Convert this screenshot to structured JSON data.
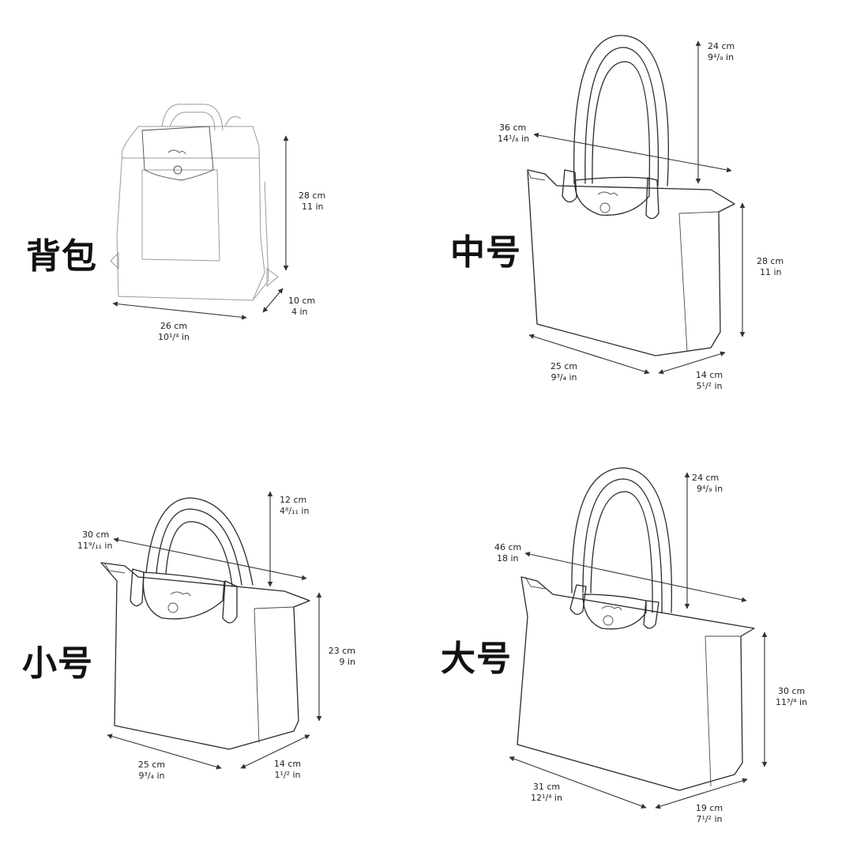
{
  "size_chart": {
    "backpack": {
      "label": "背包",
      "height": {
        "cm": "28 cm",
        "in": "11 in"
      },
      "depth": {
        "cm": "10 cm",
        "in": "4 in"
      },
      "width": {
        "cm": "26 cm",
        "in": "10¹/⁴ in"
      }
    },
    "medium": {
      "label": "中号",
      "handle_drop": {
        "cm": "24 cm",
        "in": "9⁴/₉ in"
      },
      "handle_length": {
        "cm": "36 cm",
        "in": "14¹/₈ in"
      },
      "height": {
        "cm": "28 cm",
        "in": "11 in"
      },
      "width": {
        "cm": "25 cm",
        "in": "9³/₄ in"
      },
      "depth": {
        "cm": "14 cm",
        "in": "5¹/² in"
      }
    },
    "small": {
      "label": "小号",
      "handle_drop": {
        "cm": "12 cm",
        "in": "4⁸/₁₁ in"
      },
      "handle_length": {
        "cm": "30 cm",
        "in": "11⁹/₁₁ in"
      },
      "height": {
        "cm": "23 cm",
        "in": "9 in"
      },
      "width": {
        "cm": "25 cm",
        "in": "9³/₄ in"
      },
      "depth": {
        "cm": "14 cm",
        "in": "1¹/² in"
      }
    },
    "large": {
      "label": "大号",
      "handle_drop": {
        "cm": "24  cm",
        "in": "9⁴/₉ in"
      },
      "handle_length": {
        "cm": "46 cm",
        "in": "18 in"
      },
      "height": {
        "cm": "30 cm",
        "in": "11³/⁴ in"
      },
      "width": {
        "cm": "31 cm",
        "in": "12¹/⁴ in"
      },
      "depth": {
        "cm": "19 cm",
        "in": "7¹/² in"
      }
    }
  }
}
